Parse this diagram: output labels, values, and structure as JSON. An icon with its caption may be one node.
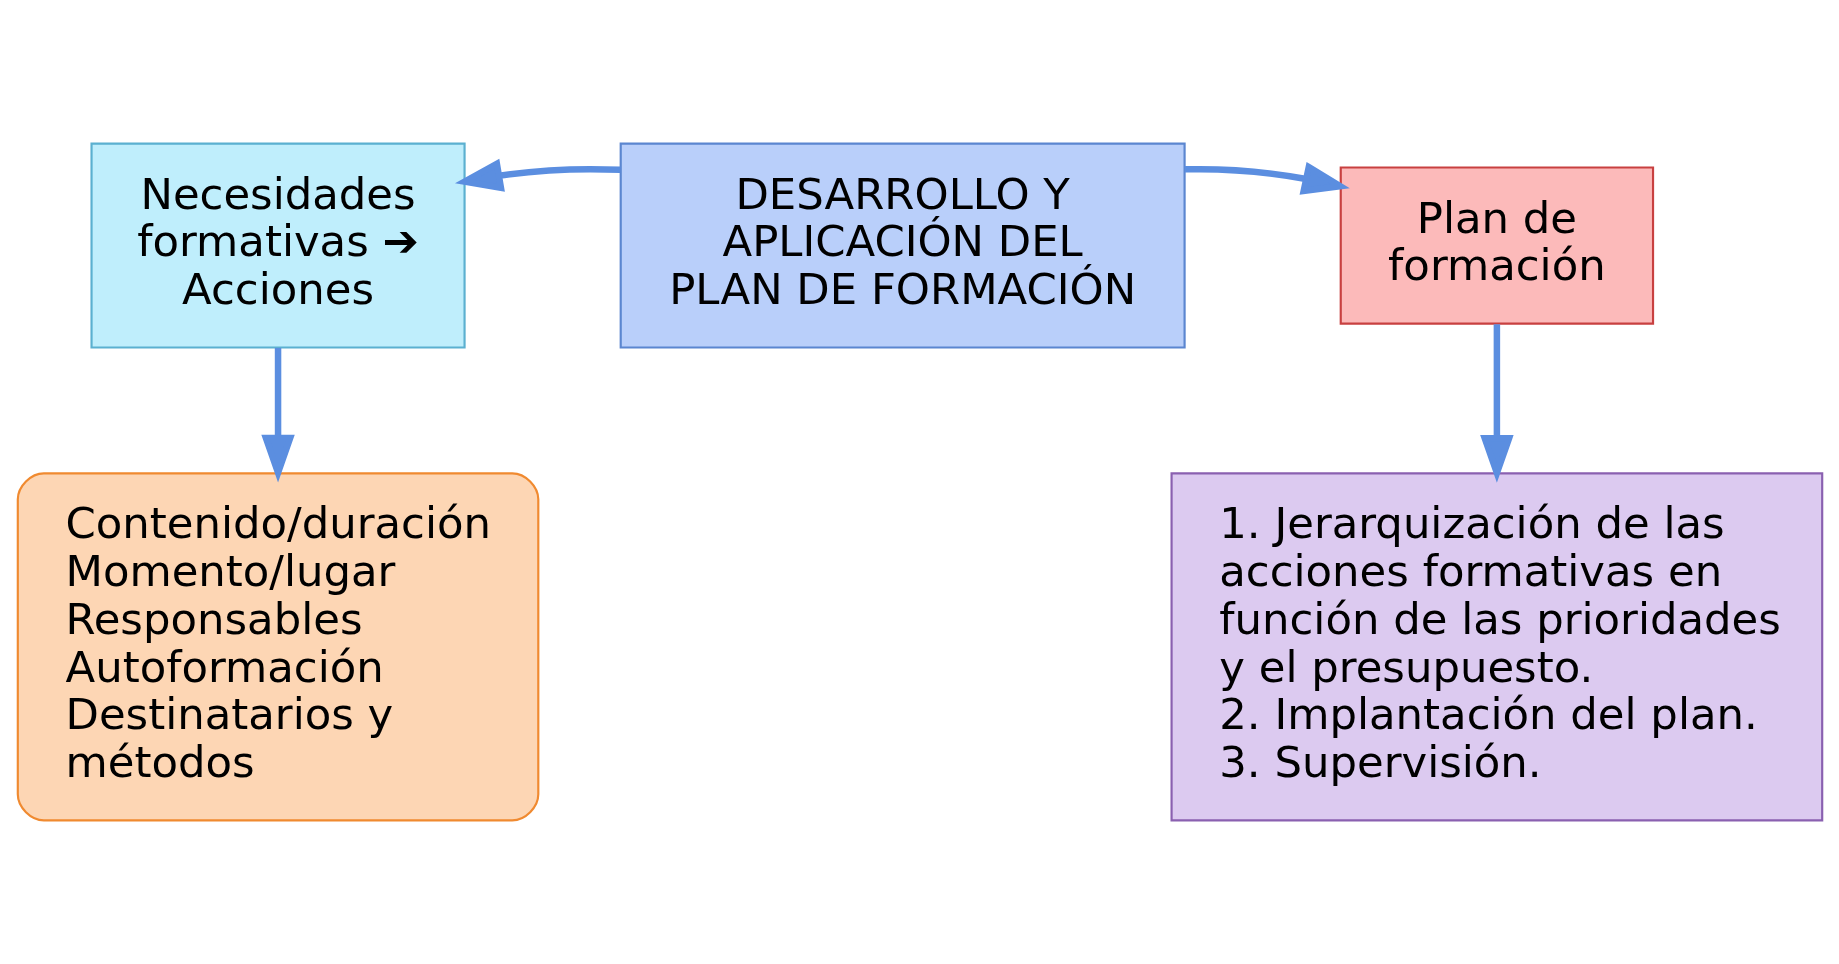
{
  "diagram": {
    "nodes": [
      {
        "text": [
          "Necesidades formativas ➔ Acciones"
        ]
      },
      {
        "text": [
          "DESARROLLO Y APLICACIÓN DEL PLAN DE FORMACIÓN"
        ]
      },
      {
        "text": [
          "Plan de formación"
        ]
      },
      {
        "text": [
          "Contenido/duración",
          "Momento/lugar",
          "Responsables",
          "Autoformación",
          "Destinatarios y métodos"
        ]
      },
      {
        "text": [
          "1. Jerarquización de las acciones formativas en función de las prioridades y el presupuesto.",
          "2. Implantación del plan.",
          "3. Supervisión."
        ]
      }
    ],
    "edges": [
      {
        "from": 1,
        "to": 0,
        "arrow": "to"
      },
      {
        "from": 1,
        "to": 2,
        "arrow": "to"
      },
      {
        "from": 0,
        "to": 3,
        "arrow": "to"
      },
      {
        "from": 2,
        "to": 4,
        "arrow": "to"
      }
    ]
  }
}
